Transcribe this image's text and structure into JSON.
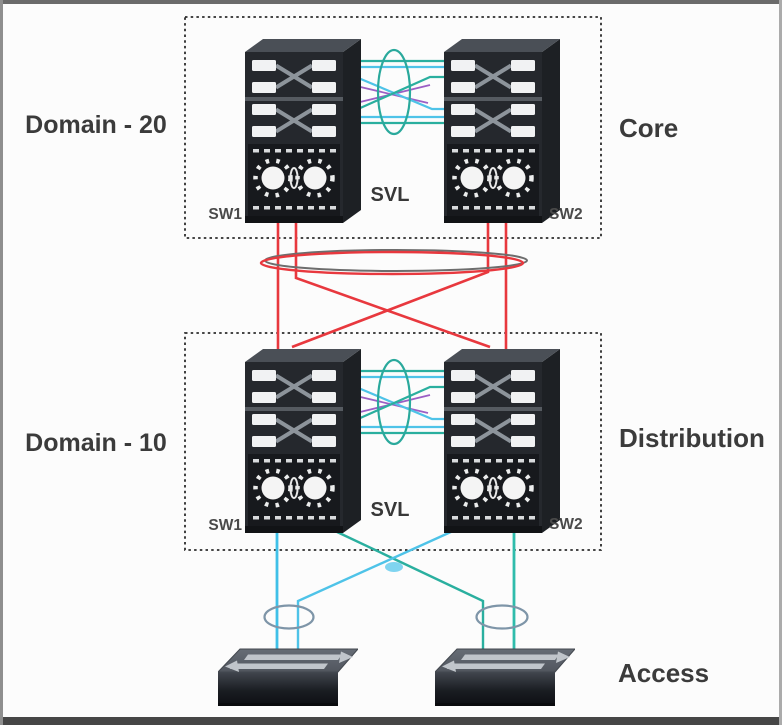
{
  "diagram": {
    "type": "network-topology",
    "layers": {
      "core": {
        "domain_label": "Domain - 20",
        "layer_label": "Core",
        "svl_label": "SVL",
        "switch1_label": "SW1",
        "switch2_label": "SW2"
      },
      "distribution": {
        "domain_label": "Domain - 10",
        "layer_label": "Distribution",
        "svl_label": "SVL",
        "switch1_label": "SW1",
        "switch2_label": "SW2"
      },
      "access": {
        "layer_label": "Access"
      }
    },
    "colors": {
      "svl_link_cyan": "#4ec3e8",
      "svl_link_teal": "#2aaf9f",
      "svl_link_purple": "#9b5fc4",
      "cross_link_red": "#e8383e",
      "port_channel_ellipse_gray": "#7e95a8",
      "dashed_box": "#2c2c2c"
    }
  }
}
